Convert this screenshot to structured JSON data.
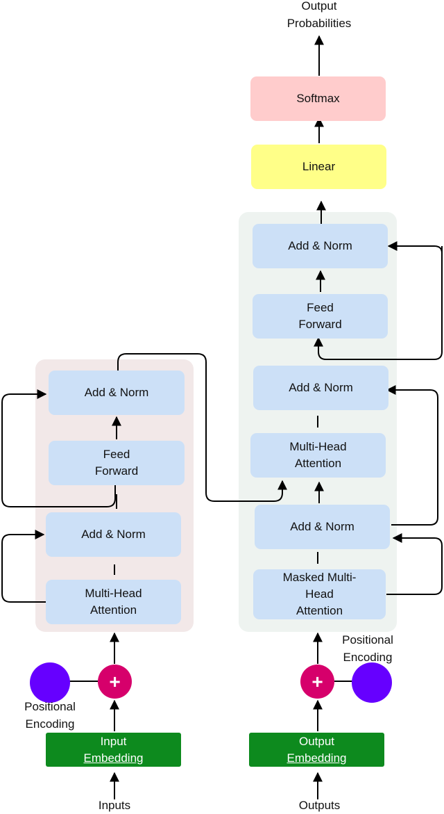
{
  "encoder": {
    "add_norm_top": "Add & Norm",
    "feed_forward": [
      "Feed",
      "Forward"
    ],
    "add_norm_bottom": "Add & Norm",
    "attention": [
      "Multi-Head",
      "Attention"
    ],
    "embedding": [
      "Input",
      "Embedding"
    ],
    "input_label": "Inputs",
    "positional_encoding": [
      "Positional",
      "Encoding"
    ],
    "add_symbol": "+"
  },
  "decoder": {
    "add_norm_top": "Add & Norm",
    "feed_forward": [
      "Feed",
      "Forward"
    ],
    "add_norm_middle": "Add & Norm",
    "cross_attention": [
      "Multi-Head",
      "Attention"
    ],
    "add_norm_bottom": "Add & Norm",
    "masked_attention": [
      "Masked Multi-",
      "Head",
      "Attention"
    ],
    "embedding": [
      "Output",
      "Embedding"
    ],
    "output_label": "Outputs",
    "positional_encoding": [
      "Positional",
      "Encoding"
    ],
    "add_symbol": "+"
  },
  "head": {
    "linear": "Linear",
    "softmax": "Softmax",
    "output_label": [
      "Output",
      "Probabilities"
    ]
  },
  "colors": {
    "encoder_bg": "#f2e8e8",
    "decoder_bg": "#eef3f0",
    "block_blue": "#cce0f7",
    "embedding_green": "#0d8a1e",
    "linear_yellow": "#ffff88",
    "softmax_pink": "#ffcccc",
    "positional_purple": "#6600ff",
    "add_magenta": "#d6006b"
  }
}
